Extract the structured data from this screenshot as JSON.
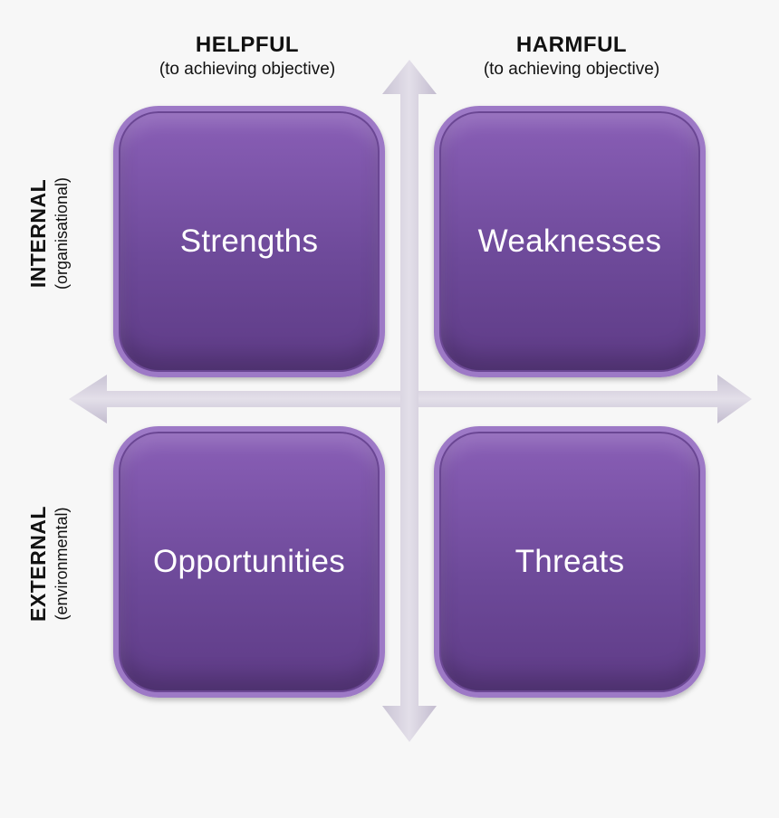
{
  "columns": [
    {
      "title": "HELPFUL",
      "subtitle": "(to achieving objective)"
    },
    {
      "title": "HARMFUL",
      "subtitle": "(to achieving objective)"
    }
  ],
  "rows": [
    {
      "title": "INTERNAL",
      "subtitle": "(organisational)"
    },
    {
      "title": "EXTERNAL",
      "subtitle": "(environmental)"
    }
  ],
  "quadrants": {
    "strengths": "Strengths",
    "weaknesses": "Weaknesses",
    "opportunities": "Opportunities",
    "threats": "Threats"
  },
  "colors": {
    "background": "#f7f7f7",
    "quadrant_fill": "#6e4a9a",
    "quadrant_border": "#9d79c6",
    "arrow": "#cdc6d8",
    "text_dark": "#111111",
    "text_light": "#ffffff"
  }
}
